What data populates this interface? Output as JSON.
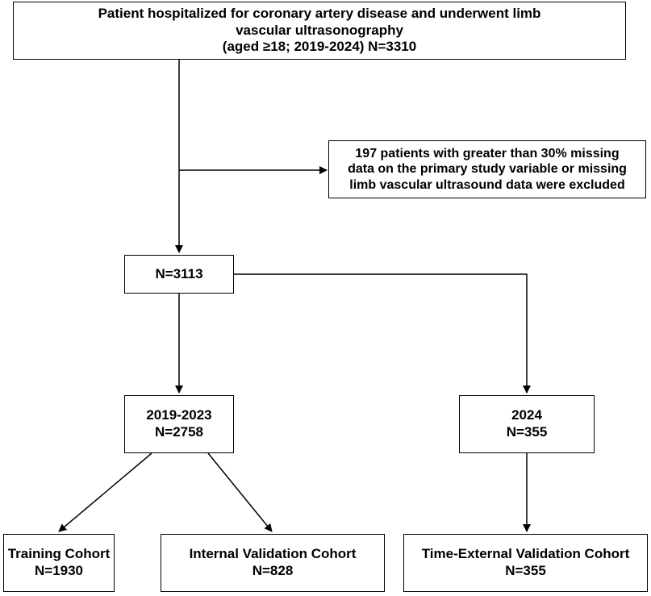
{
  "flowchart": {
    "top_box": {
      "line1": "Patient hospitalized for coronary artery disease and underwent limb",
      "line2": "vascular ultrasonography",
      "line3": "(aged ≥18;  2019-2024)  N=3310"
    },
    "exclusion_box": {
      "line1": "197 patients with greater than 30% missing",
      "line2": "data on the primary study variable or missing",
      "line3": "limb vascular ultrasound data were excluded"
    },
    "total_box": {
      "line1": "N=3113"
    },
    "period_box": {
      "line1": "2019-2023",
      "line2": "N=2758"
    },
    "year_box": {
      "line1": "2024",
      "line2": "N=355"
    },
    "training_box": {
      "line1": "Training Cohort",
      "line2": "N=1930"
    },
    "internal_box": {
      "line1": "Internal Validation Cohort",
      "line2": "N=828"
    },
    "external_box": {
      "line1": "Time-External Validation Cohort",
      "line2": "N=355"
    }
  },
  "colors": {
    "line": "#000000",
    "box_fill": "#ffffff",
    "text": "#000000"
  }
}
